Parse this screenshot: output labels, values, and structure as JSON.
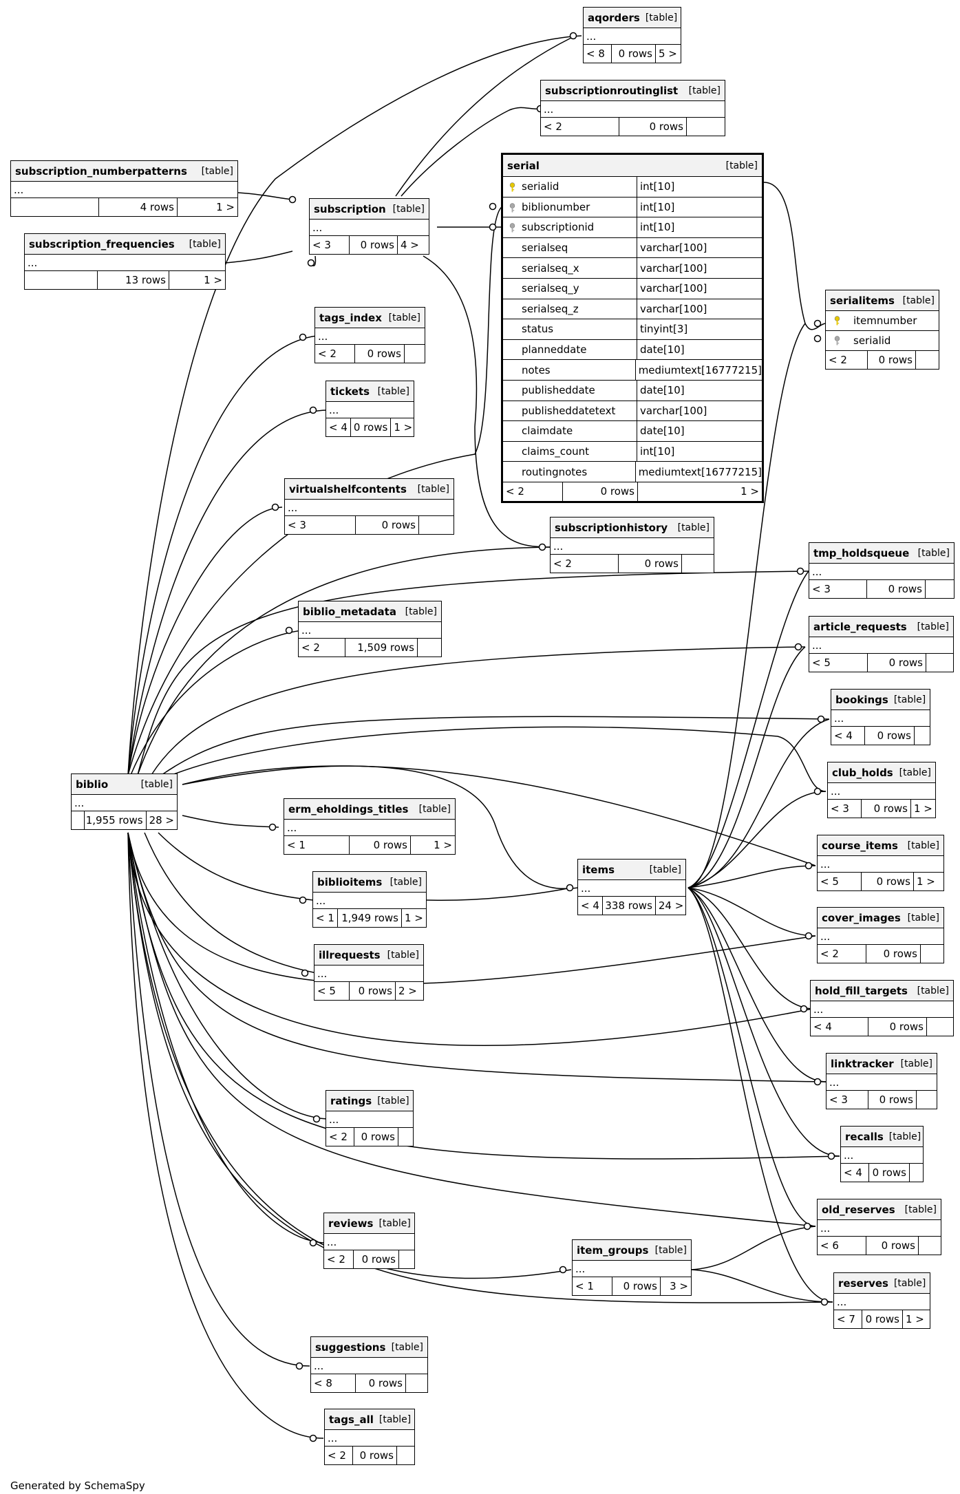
{
  "tables": {
    "aqorders": {
      "name": "aqorders",
      "tag": "[table]",
      "row": "...",
      "f1": "< 8",
      "f2": "0 rows",
      "f3": "5 >"
    },
    "subscriptionroutinglist": {
      "name": "subscriptionroutinglist",
      "tag": "[table]",
      "row": "...",
      "f1": "< 2",
      "f2": "0 rows",
      "f3": ""
    },
    "subscription_numberpatterns": {
      "name": "subscription_numberpatterns",
      "tag": "[table]",
      "row": "...",
      "f1": "",
      "f2": "4 rows",
      "f3": "1 >"
    },
    "subscription": {
      "name": "subscription",
      "tag": "[table]",
      "row": "...",
      "f1": "< 3",
      "f2": "0 rows",
      "f3": "4 >"
    },
    "subscription_frequencies": {
      "name": "subscription_frequencies",
      "tag": "[table]",
      "row": "...",
      "f1": "",
      "f2": "13 rows",
      "f3": "1 >"
    },
    "tags_index": {
      "name": "tags_index",
      "tag": "[table]",
      "row": "...",
      "f1": "< 2",
      "f2": "0 rows",
      "f3": ""
    },
    "tickets": {
      "name": "tickets",
      "tag": "[table]",
      "row": "...",
      "f1": "< 4",
      "f2": "0 rows",
      "f3": "1 >"
    },
    "virtualshelfcontents": {
      "name": "virtualshelfcontents",
      "tag": "[table]",
      "row": "...",
      "f1": "< 3",
      "f2": "0 rows",
      "f3": ""
    },
    "subscriptionhistory": {
      "name": "subscriptionhistory",
      "tag": "[table]",
      "row": "...",
      "f1": "< 2",
      "f2": "0 rows",
      "f3": ""
    },
    "biblio_metadata": {
      "name": "biblio_metadata",
      "tag": "[table]",
      "row": "...",
      "f1": "< 2",
      "f2": "1,509 rows",
      "f3": ""
    },
    "serialitems": {
      "name": "serialitems",
      "tag": "[table]",
      "f1": "< 2",
      "f2": "0 rows",
      "f3": ""
    },
    "tmp_holdsqueue": {
      "name": "tmp_holdsqueue",
      "tag": "[table]",
      "row": "...",
      "f1": "< 3",
      "f2": "0 rows",
      "f3": ""
    },
    "article_requests": {
      "name": "article_requests",
      "tag": "[table]",
      "row": "...",
      "f1": "< 5",
      "f2": "0 rows",
      "f3": ""
    },
    "bookings": {
      "name": "bookings",
      "tag": "[table]",
      "row": "...",
      "f1": "< 4",
      "f2": "0 rows",
      "f3": ""
    },
    "biblio": {
      "name": "biblio",
      "tag": "[table]",
      "row": "...",
      "f1": "",
      "f2": "1,955 rows",
      "f3": "28 >"
    },
    "club_holds": {
      "name": "club_holds",
      "tag": "[table]",
      "row": "...",
      "f1": "< 3",
      "f2": "0 rows",
      "f3": "1 >"
    },
    "erm_eholdings_titles": {
      "name": "erm_eholdings_titles",
      "tag": "[table]",
      "row": "...",
      "f1": "< 1",
      "f2": "0 rows",
      "f3": "1 >"
    },
    "course_items": {
      "name": "course_items",
      "tag": "[table]",
      "row": "...",
      "f1": "< 5",
      "f2": "0 rows",
      "f3": "1 >"
    },
    "items": {
      "name": "items",
      "tag": "[table]",
      "row": "...",
      "f1": "< 4",
      "f2": "338 rows",
      "f3": "24 >"
    },
    "biblioitems": {
      "name": "biblioitems",
      "tag": "[table]",
      "row": "...",
      "f1": "< 1",
      "f2": "1,949 rows",
      "f3": "1 >"
    },
    "cover_images": {
      "name": "cover_images",
      "tag": "[table]",
      "row": "...",
      "f1": "< 2",
      "f2": "0 rows",
      "f3": ""
    },
    "illrequests": {
      "name": "illrequests",
      "tag": "[table]",
      "row": "...",
      "f1": "< 5",
      "f2": "0 rows",
      "f3": "2 >"
    },
    "hold_fill_targets": {
      "name": "hold_fill_targets",
      "tag": "[table]",
      "row": "...",
      "f1": "< 4",
      "f2": "0 rows",
      "f3": ""
    },
    "linktracker": {
      "name": "linktracker",
      "tag": "[table]",
      "row": "...",
      "f1": "< 3",
      "f2": "0 rows",
      "f3": ""
    },
    "ratings": {
      "name": "ratings",
      "tag": "[table]",
      "row": "...",
      "f1": "< 2",
      "f2": "0 rows",
      "f3": ""
    },
    "recalls": {
      "name": "recalls",
      "tag": "[table]",
      "row": "...",
      "f1": "< 4",
      "f2": "0 rows",
      "f3": ""
    },
    "old_reserves": {
      "name": "old_reserves",
      "tag": "[table]",
      "row": "...",
      "f1": "< 6",
      "f2": "0 rows",
      "f3": ""
    },
    "reviews": {
      "name": "reviews",
      "tag": "[table]",
      "row": "...",
      "f1": "< 2",
      "f2": "0 rows",
      "f3": ""
    },
    "item_groups": {
      "name": "item_groups",
      "tag": "[table]",
      "row": "...",
      "f1": "< 1",
      "f2": "0 rows",
      "f3": "3 >"
    },
    "reserves": {
      "name": "reserves",
      "tag": "[table]",
      "row": "...",
      "f1": "< 7",
      "f2": "0 rows",
      "f3": "1 >"
    },
    "suggestions": {
      "name": "suggestions",
      "tag": "[table]",
      "row": "...",
      "f1": "< 8",
      "f2": "0 rows",
      "f3": ""
    },
    "tags_all": {
      "name": "tags_all",
      "tag": "[table]",
      "row": "...",
      "f1": "< 2",
      "f2": "0 rows",
      "f3": ""
    }
  },
  "serial": {
    "name": "serial",
    "tag": "[table]",
    "columns": [
      {
        "name": "serialid",
        "type": "int[10]",
        "key": "primary"
      },
      {
        "name": "biblionumber",
        "type": "int[10]",
        "key": "foreign"
      },
      {
        "name": "subscriptionid",
        "type": "int[10]",
        "key": "foreign"
      },
      {
        "name": "serialseq",
        "type": "varchar[100]",
        "key": ""
      },
      {
        "name": "serialseq_x",
        "type": "varchar[100]",
        "key": ""
      },
      {
        "name": "serialseq_y",
        "type": "varchar[100]",
        "key": ""
      },
      {
        "name": "serialseq_z",
        "type": "varchar[100]",
        "key": ""
      },
      {
        "name": "status",
        "type": "tinyint[3]",
        "key": ""
      },
      {
        "name": "planneddate",
        "type": "date[10]",
        "key": ""
      },
      {
        "name": "notes",
        "type": "mediumtext[16777215]",
        "key": ""
      },
      {
        "name": "publisheddate",
        "type": "date[10]",
        "key": ""
      },
      {
        "name": "publisheddatetext",
        "type": "varchar[100]",
        "key": ""
      },
      {
        "name": "claimdate",
        "type": "date[10]",
        "key": ""
      },
      {
        "name": "claims_count",
        "type": "int[10]",
        "key": ""
      },
      {
        "name": "routingnotes",
        "type": "mediumtext[16777215]",
        "key": ""
      }
    ],
    "f1": "< 2",
    "f2": "0 rows",
    "f3": "1 >"
  },
  "serialitems_columns": [
    {
      "name": "itemnumber",
      "key": "primary"
    },
    {
      "name": "serialid",
      "key": "foreign"
    }
  ],
  "colors": {
    "primary_key": "#e6c800",
    "foreign_key": "#a8a8a8"
  },
  "footer": "Generated by SchemaSpy"
}
